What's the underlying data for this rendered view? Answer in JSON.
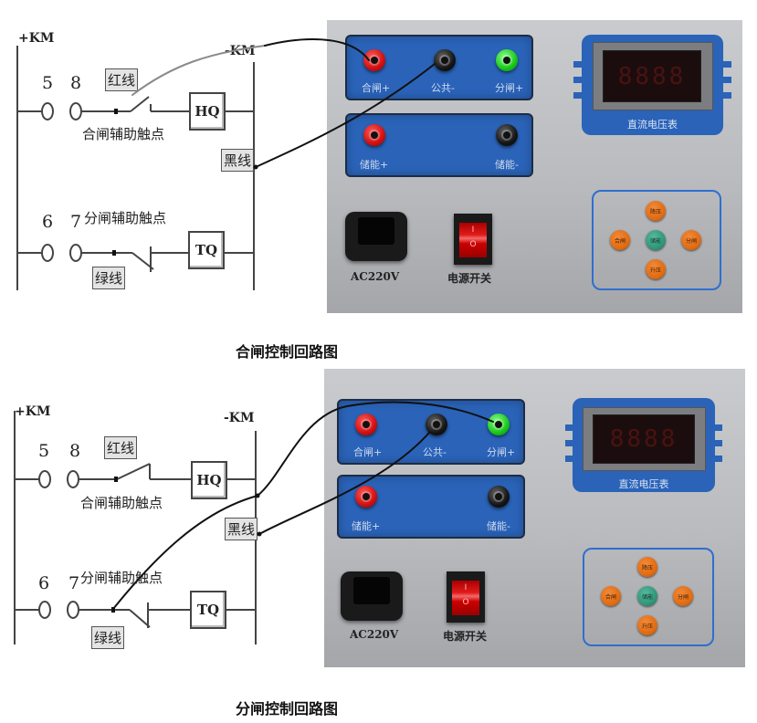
{
  "diagrams": [
    {
      "caption": "合闸控制回路图",
      "schematic": {
        "pos_bus": "+KM",
        "neg_bus": "-KM",
        "row1": {
          "terminals": [
            "5",
            "8"
          ],
          "wire_tag": "红线",
          "contact_label": "合闸辅助触点",
          "coil": "HQ"
        },
        "black_tag": "黑线",
        "row2": {
          "terminals": [
            "6",
            "7"
          ],
          "wire_tag": "绿线",
          "contact_label": "分闸辅助触点",
          "coil": "TQ"
        }
      },
      "device": {
        "jacks_top": [
          {
            "label": "合闸+",
            "color": "red"
          },
          {
            "label": "公共-",
            "color": "black"
          },
          {
            "label": "分闸+",
            "color": "green"
          }
        ],
        "jacks_bottom": [
          {
            "label": "储能+",
            "color": "red"
          },
          {
            "label": "储能-",
            "color": "black"
          }
        ],
        "meter": {
          "label": "直流电压表",
          "reading": "8888"
        },
        "power_socket_label": "AC220V",
        "power_switch_label": "电源开关",
        "switch_marks": [
          "I",
          "O"
        ],
        "keypad": {
          "up": "降压",
          "left": "合闸",
          "center": "储能",
          "right": "分闸",
          "down": "升压"
        }
      }
    },
    {
      "caption": "分闸控制回路图",
      "schematic": {
        "pos_bus": "+KM",
        "neg_bus": "-KM",
        "row1": {
          "terminals": [
            "5",
            "8"
          ],
          "wire_tag": "红线",
          "contact_label": "合闸辅助触点",
          "coil": "HQ"
        },
        "black_tag": "黑线",
        "row2": {
          "terminals": [
            "6",
            "7"
          ],
          "wire_tag": "绿线",
          "contact_label": "分闸辅助触点",
          "coil": "TQ"
        }
      },
      "device": {
        "jacks_top": [
          {
            "label": "合闸+",
            "color": "red"
          },
          {
            "label": "公共-",
            "color": "black"
          },
          {
            "label": "分闸+",
            "color": "green"
          }
        ],
        "jacks_bottom": [
          {
            "label": "储能+",
            "color": "red"
          },
          {
            "label": "储能-",
            "color": "black"
          }
        ],
        "meter": {
          "label": "直流电压表",
          "reading": "8888"
        },
        "power_socket_label": "AC220V",
        "power_switch_label": "电源开关",
        "switch_marks": [
          "I",
          "O"
        ],
        "keypad": {
          "up": "降压",
          "left": "合闸",
          "center": "储能",
          "right": "分闸",
          "down": "升压"
        }
      }
    }
  ]
}
